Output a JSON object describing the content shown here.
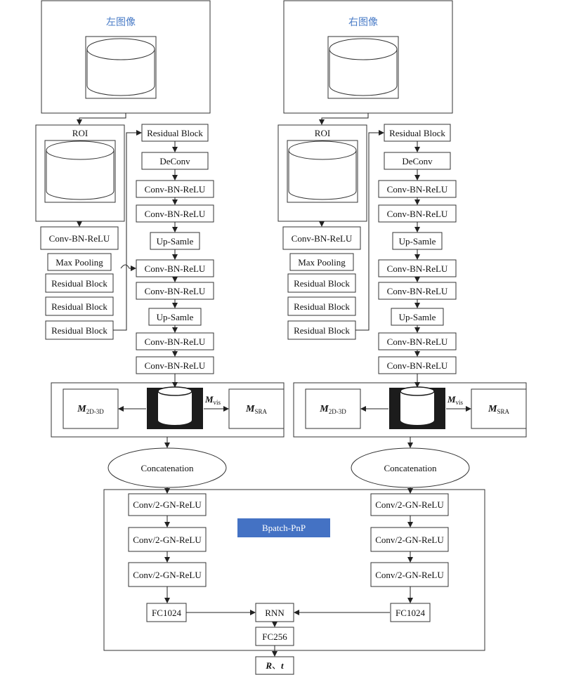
{
  "left_title": "左图像",
  "right_title": "右图像",
  "roi": "ROI",
  "conv_bn_relu": "Conv-BN-ReLU",
  "max_pooling": "Max Pooling",
  "residual_block": "Residual Block",
  "deconv": "DeConv",
  "up_sample": "Up-Samle",
  "m2d3d": {
    "main": "M",
    "sub": "2D-3D"
  },
  "mvis": {
    "main": "M",
    "sub": "vis"
  },
  "msra": {
    "main": "M",
    "sub": "SRA"
  },
  "concatenation": "Concatenation",
  "conv_gn_relu": "Conv/2-GN-ReLU",
  "fc1024": "FC1024",
  "bpatch_pnp": "Bpatch-PnP",
  "rnn": "RNN",
  "fc256": "FC256",
  "output": {
    "r": "R",
    "sep": "、",
    "t": "t"
  },
  "colors": {
    "title_text": "#4a7cc7",
    "banner_fill": "#4472c4",
    "banner_text": "#ffffff",
    "dark_block": "#1c1c1c"
  }
}
